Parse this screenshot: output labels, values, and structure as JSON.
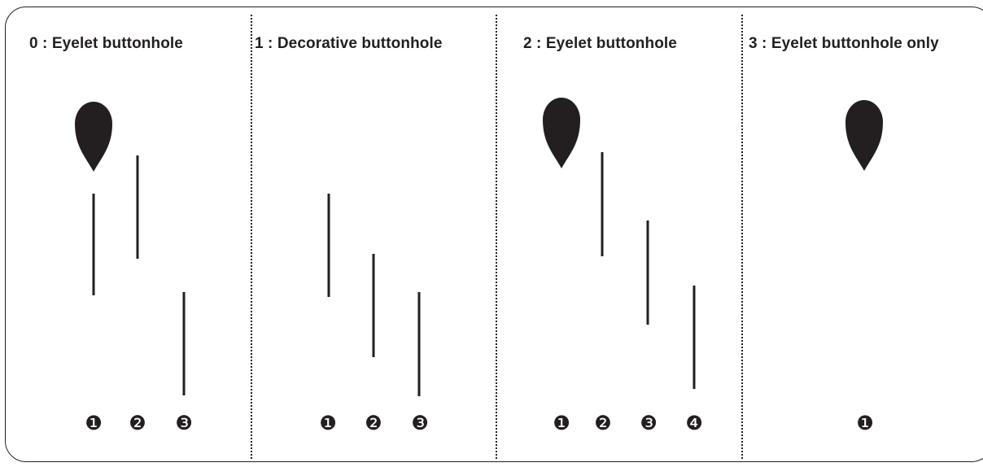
{
  "colors": {
    "ink": "#231f20",
    "background": "#ffffff"
  },
  "panels": [
    {
      "title": "0 : Eyelet buttonhole",
      "has_eyelet": true,
      "markers": [
        "❶",
        "❷",
        "❸"
      ]
    },
    {
      "title": "1 : Decorative buttonhole",
      "has_eyelet": false,
      "markers": [
        "❶",
        "❷",
        "❸"
      ]
    },
    {
      "title": "2 : Eyelet buttonhole",
      "has_eyelet": true,
      "markers": [
        "❶",
        "❷",
        "❸",
        "❹"
      ]
    },
    {
      "title": "3 : Eyelet buttonhole only",
      "has_eyelet": true,
      "markers": [
        "❶"
      ]
    }
  ]
}
